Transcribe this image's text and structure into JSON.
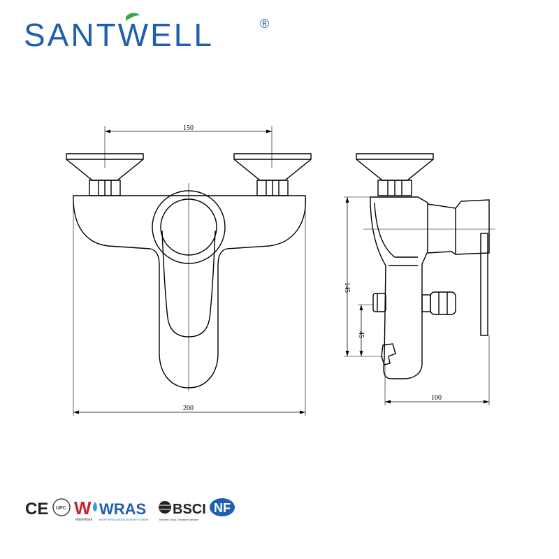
{
  "brand": {
    "name": "SANTWELL",
    "registered_mark": "®",
    "color": "#1f5fb0",
    "accent_color": "#3aa84a"
  },
  "drawing": {
    "line_color": "#000000",
    "front_view": {
      "dim_handle_spacing": "150",
      "dim_overall_width": "200"
    },
    "side_view": {
      "dim_height": "145",
      "dim_outlet_height": "45",
      "dim_depth": "100"
    }
  },
  "certifications": {
    "ce": "CE",
    "upc_small": "UPC",
    "watermark_letter": "W",
    "watermark_caption": "WaterMark",
    "wras": "WRAS",
    "wras_caption": "WATER REGULATIONS ADVISORY SCHEME",
    "bsci": "BSCI",
    "bsci_caption": "Business Social Compliance Initiative",
    "nf": "NF",
    "colors": {
      "watermark": "#c8242b",
      "wras": "#1f5fb0",
      "nf": "#1f5fb0",
      "dark": "#222222"
    }
  }
}
